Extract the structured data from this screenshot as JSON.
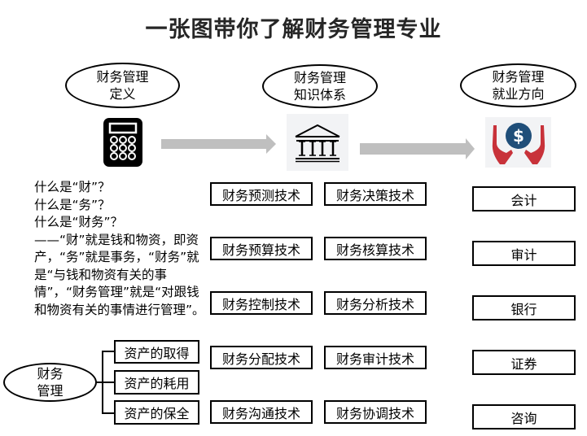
{
  "title": "一张图带你了解财务管理专业",
  "sections": [
    {
      "line1": "财务管理",
      "line2": "定义",
      "icon": "calculator-icon"
    },
    {
      "line1": "财务管理",
      "line2": "知识体系",
      "icon": "bank-building-icon"
    },
    {
      "line1": "财务管理",
      "line2": "就业方向",
      "icon": "hands-holding-dollar-icon"
    }
  ],
  "definition": {
    "text": "什么是“财”？\n什么是“务”？\n什么是“财务”？\n——“财”就是钱和物资，即资产，“务”就是事务，“财务”就是“与钱和物资有关的事情”，“财务管理”就是“对跟钱和物资有关的事情进行管理”。"
  },
  "asset_tree": {
    "root": {
      "line1": "财务",
      "line2": "管理"
    },
    "branches": [
      "资产的取得",
      "资产的耗用",
      "资产的保全"
    ]
  },
  "techniques": [
    [
      "财务预测技术",
      "财务决策技术"
    ],
    [
      "财务预算技术",
      "财务核算技术"
    ],
    [
      "财务控制技术",
      "财务分析技术"
    ],
    [
      "财务分配技术",
      "财务审计技术"
    ],
    [
      "财务沟通技术",
      "财务协调技术"
    ]
  ],
  "careers": [
    "会计",
    "审计",
    "银行",
    "证券",
    "咨询"
  ],
  "colors": {
    "arrow": "#bfbfbf",
    "hands_red": "#c8323a",
    "coin_blue": "#1f4e79",
    "title": "#262626"
  }
}
